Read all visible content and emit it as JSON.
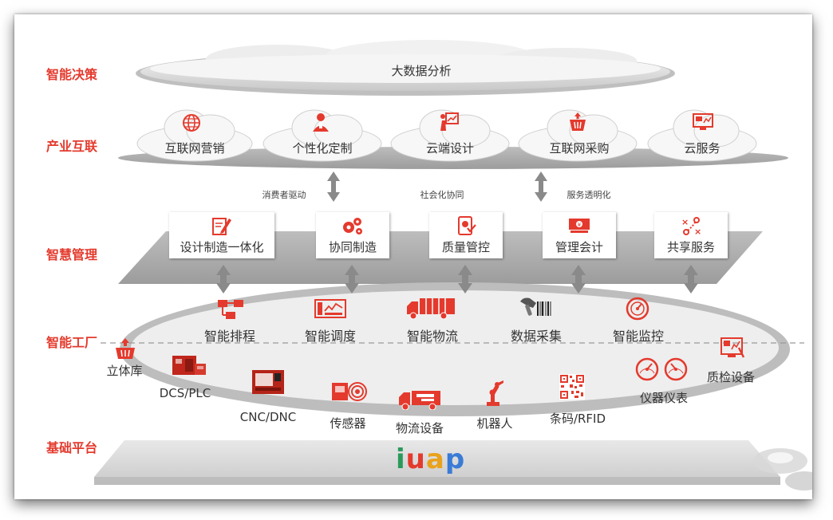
{
  "layers": {
    "decision": "智能决策",
    "industry": "产业互联",
    "management": "智慧管理",
    "factory": "智能工厂",
    "platform": "基础平台"
  },
  "big_data": "大数据分析",
  "industry_clouds": [
    {
      "label": "互联网营销",
      "icon": "globe-icon"
    },
    {
      "label": "个性化定制",
      "icon": "person-icon"
    },
    {
      "label": "云端设计",
      "icon": "presentation-icon"
    },
    {
      "label": "互联网采购",
      "icon": "basket-icon"
    },
    {
      "label": "云服务",
      "icon": "monitor-icon"
    }
  ],
  "connectors": {
    "consumer": "消费者驱动",
    "social": "社会化协同",
    "service": "服务透明化"
  },
  "management_items": [
    {
      "label": "设计制造一体化",
      "icon": "design-icon"
    },
    {
      "label": "协同制造",
      "icon": "gears-icon"
    },
    {
      "label": "质量管控",
      "icon": "quality-icon"
    },
    {
      "label": "管理会计",
      "icon": "money-icon"
    },
    {
      "label": "共享服务",
      "icon": "share-icon"
    }
  ],
  "factory_top": [
    {
      "label": "智能排程",
      "icon": "flowchart-icon"
    },
    {
      "label": "智能调度",
      "icon": "dashboard-icon"
    },
    {
      "label": "智能物流",
      "icon": "truck-icon"
    },
    {
      "label": "数据采集",
      "icon": "scanner-icon"
    },
    {
      "label": "智能监控",
      "icon": "gauge-icon"
    }
  ],
  "factory_devices": [
    {
      "label": "立体库",
      "icon": "warehouse-icon"
    },
    {
      "label": "DCS/PLC",
      "icon": "plc-icon"
    },
    {
      "label": "CNC/DNC",
      "icon": "cnc-icon"
    },
    {
      "label": "传感器",
      "icon": "sensor-icon"
    },
    {
      "label": "物流设备",
      "icon": "logistics-icon"
    },
    {
      "label": "机器人",
      "icon": "robot-icon"
    },
    {
      "label": "条码/RFID",
      "icon": "qrcode-icon"
    },
    {
      "label": "仪器仪表",
      "icon": "meters-icon"
    },
    {
      "label": "质检设备",
      "icon": "inspection-icon"
    }
  ],
  "platform_logo": "iuap",
  "colors": {
    "accent": "#e43a2d",
    "gray_band": "#a9a9a9",
    "arrow": "#8a8a8a"
  }
}
